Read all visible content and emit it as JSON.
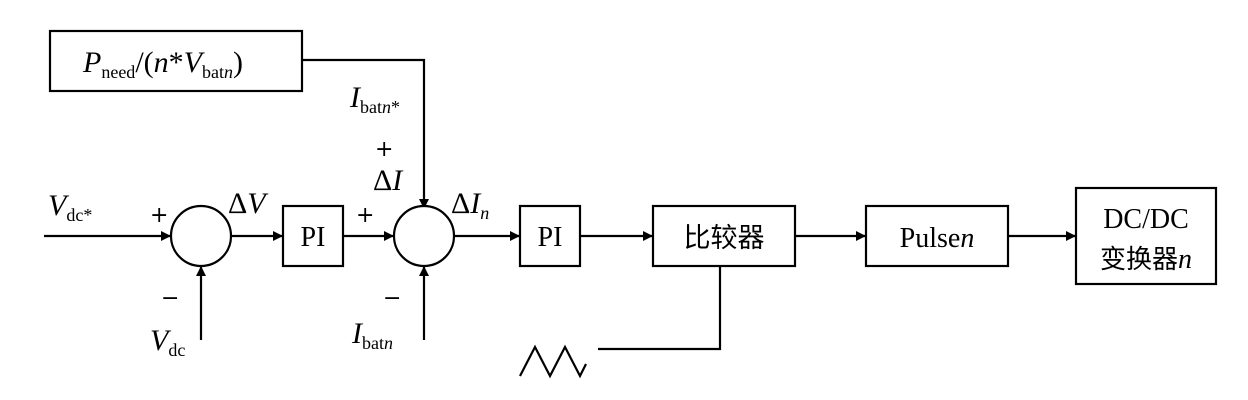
{
  "blocks": {
    "ref": {
      "p": "P",
      "p_sub": "need",
      "slash": "/(",
      "n": "n",
      "star": "*",
      "v": "V",
      "v_sub": "bat",
      "v_sub_n": "n",
      "close": ")"
    },
    "pi1": "PI",
    "pi2": "PI",
    "comparator": "比较器",
    "pulse": {
      "text": "Pulse",
      "n": "n"
    },
    "converter": {
      "line1": "DC/DC",
      "line2": "变换器",
      "line2_n": "n"
    }
  },
  "signals": {
    "vdc_star": {
      "v": "V",
      "sub": "dc*"
    },
    "vdc": {
      "v": "V",
      "sub": "dc"
    },
    "delta_v": {
      "d": "Δ",
      "v": "V"
    },
    "ibat_star": {
      "i": "I",
      "sub": "bat",
      "n": "n",
      "star": "*"
    },
    "delta_i": {
      "d": "Δ",
      "i": "I"
    },
    "delta_in": {
      "d": "Δ",
      "i": "I",
      "sub": "n"
    },
    "ibat": {
      "i": "I",
      "sub": "bat",
      "n": "n"
    }
  },
  "signs": {
    "sum1_plus": "+",
    "sum1_minus": "−",
    "sum2_plus_left": "+",
    "sum2_plus_top": "+",
    "sum2_minus": "−"
  }
}
